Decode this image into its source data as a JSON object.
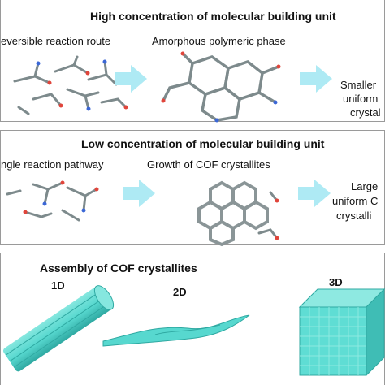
{
  "panel_high": {
    "title": "High concentration of molecular building unit",
    "step1": "eversible reaction route",
    "step2": "Amorphous polymeric phase",
    "step3_lines": [
      "Smaller",
      "uniform",
      "crystal"
    ]
  },
  "panel_low": {
    "title": "Low concentration of molecular building unit",
    "step1": "ngle reaction pathway",
    "step2": "Growth of COF crystallites",
    "step3_lines": [
      "Large",
      "uniform C",
      "crystalli"
    ]
  },
  "panel_assembly": {
    "title": "Assembly of COF crystallites",
    "dims": [
      "1D",
      "2D",
      "3D"
    ]
  },
  "colors": {
    "arrow": "#aeeaf4",
    "fiber": "#57d8cf",
    "fiber_dark": "#2fa9a2",
    "molecule": "#7d8a8c",
    "oxygen": "#e0453b",
    "nitrogen": "#3b67d6"
  }
}
